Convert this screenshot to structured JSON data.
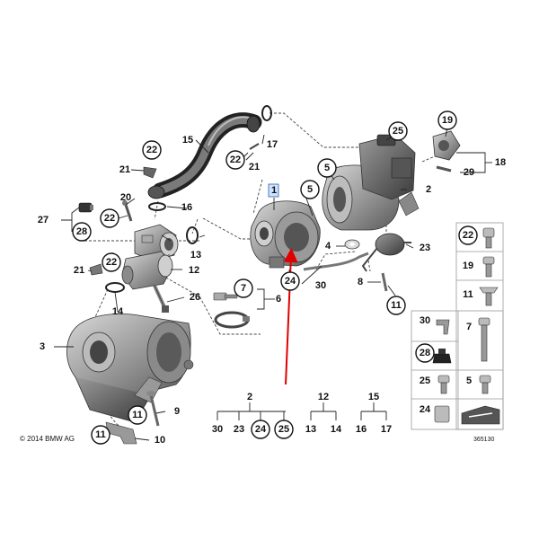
{
  "copyright": "© 2014 BMW AG",
  "image_number": "365130",
  "highlight_color": "#e00000",
  "callouts": {
    "c1": "1",
    "c2a": "2",
    "c2b": "2",
    "c3": "3",
    "c4": "4",
    "c5a": "5",
    "c5b": "5",
    "c5c": "5",
    "c6": "6",
    "c7": "7",
    "c8": "8",
    "c9": "9",
    "c10": "10",
    "c11a": "11",
    "c11b": "11",
    "c11c": "11",
    "c11d": "11",
    "c12a": "12",
    "c12b": "12",
    "c13a": "13",
    "c13b": "13",
    "c14a": "14",
    "c14b": "14",
    "c15a": "15",
    "c15b": "15",
    "c16a": "16",
    "c16b": "16",
    "c17a": "17",
    "c17b": "17",
    "c18": "18",
    "c19a": "19",
    "c19b": "19",
    "c20": "20",
    "c21a": "21",
    "c21b": "21",
    "c22a": "22",
    "c22b": "22",
    "c22c": "22",
    "c22d": "22",
    "c22e": "22",
    "c23": "23",
    "c24a": "24",
    "c24b": "24",
    "c24c": "24",
    "c25a": "25",
    "c25b": "25",
    "c25c": "25",
    "c26": "26",
    "c27": "27",
    "c28a": "28",
    "c28b": "28",
    "c29": "29",
    "c30a": "30",
    "c30b": "30",
    "c30c": "30"
  }
}
